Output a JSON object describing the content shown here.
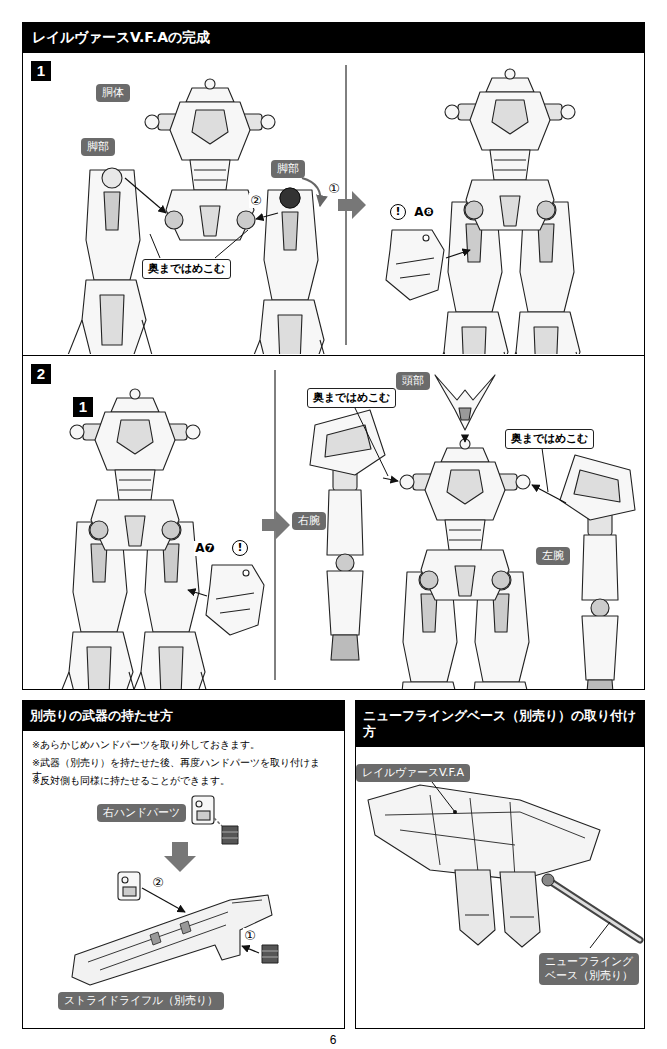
{
  "diagram": {
    "title": "レイルヴァースV.F.Aの完成",
    "nodes": [
      {
        "text": [
          "1"
        ]
      },
      {
        "text": [
          "胴体"
        ],
        "in": 0
      },
      {
        "text": [
          "脚部"
        ],
        "in": 0
      },
      {
        "text": [
          "脚部"
        ],
        "in": 0
      },
      {
        "text": [
          "奥まではめこむ"
        ],
        "in": 0
      },
      {
        "text": [
          "2"
        ]
      },
      {
        "text": [
          "1"
        ],
        "in": 5
      },
      {
        "text": [
          "頭部"
        ],
        "in": 5
      },
      {
        "text": [
          "奥まではめこむ"
        ],
        "in": 5
      },
      {
        "text": [
          "奥まではめこむ"
        ],
        "in": 5
      },
      {
        "text": [
          "右腕"
        ],
        "in": 5
      },
      {
        "text": [
          "左腕"
        ],
        "in": 5
      },
      {
        "text": [
          "別売りの武器の持たせ方"
        ]
      },
      {
        "text": [
          "右ハンドパーツ"
        ],
        "in": 12
      },
      {
        "text": [
          "ストライドライフル（別売り）"
        ],
        "in": 12
      },
      {
        "text": [
          "ニューフライングベース（別売り）の取り付け方"
        ]
      },
      {
        "text": [
          "レイルヴァースV.F.A"
        ],
        "in": 15
      },
      {
        "text": [
          "ニューフライング ベース（別売り）"
        ],
        "in": 15
      }
    ],
    "labels": [
      "②",
      "①",
      "!",
      "A❽",
      "A❼",
      "!",
      "※あらかじめハンドパーツを取り外しておきます。",
      "※武器（別売り）を持たせた後、再度ハンドパーツを取り付けます。",
      "※反対側も同様に持たせることができます。",
      "②",
      "①",
      "6"
    ]
  }
}
